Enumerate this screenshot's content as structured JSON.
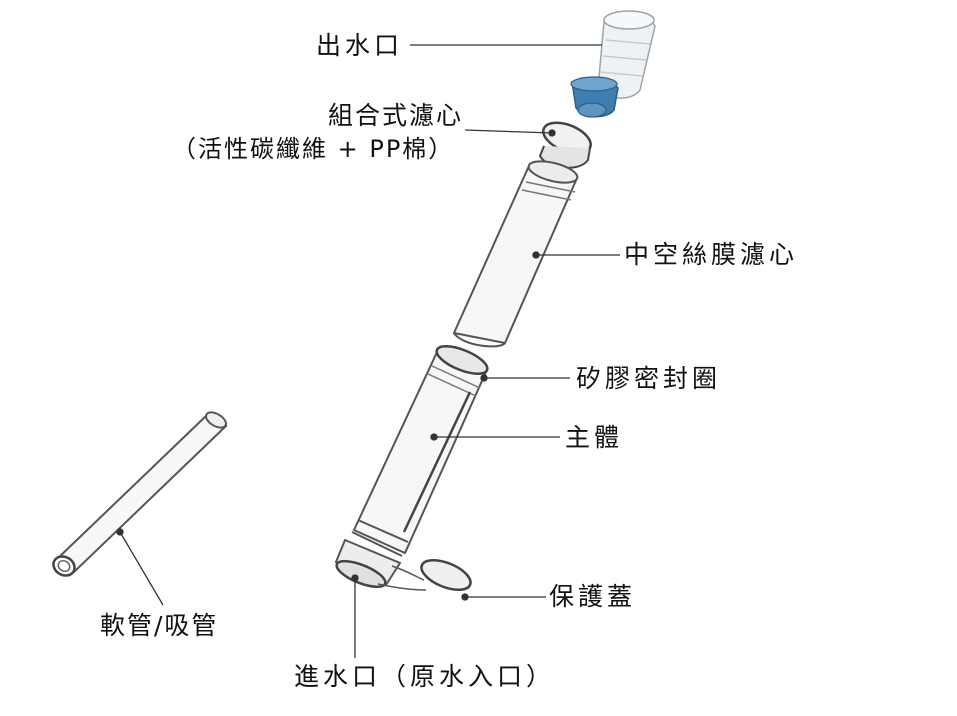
{
  "labels": {
    "outlet": "出水口",
    "composite_filter": "組合式濾心",
    "composite_filter_detail": "（活性碳纖維 + PP棉）",
    "hollow_fiber": "中空絲膜濾心",
    "silicone_seal": "矽膠密封圈",
    "main_body": "主體",
    "protective_cap": "保護蓋",
    "hose": "軟管/吸管",
    "inlet": "進水口（原水入口）"
  },
  "colors": {
    "line": "#333333",
    "outline": "#555555",
    "body_fill": "#f7f7f7",
    "mouthpiece_blue": "#3f7fb0",
    "mouthpiece_clear": "#e9eef2"
  }
}
